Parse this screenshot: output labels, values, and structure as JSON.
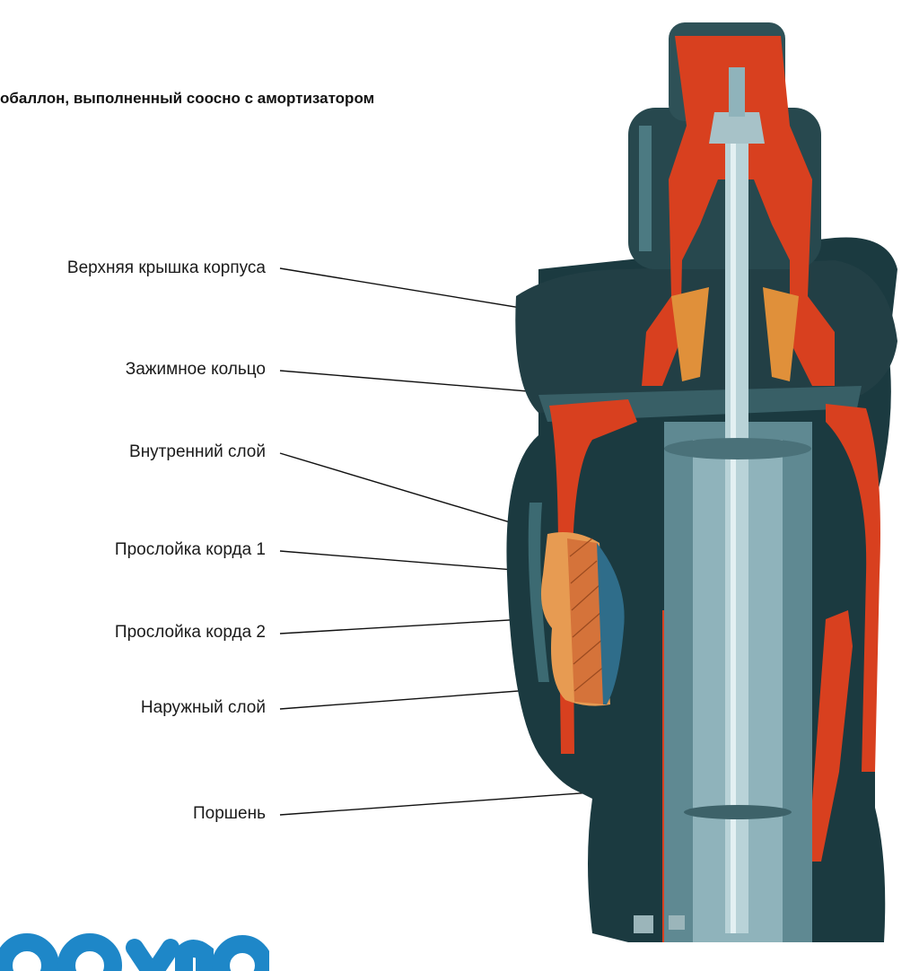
{
  "title": "обаллон, выполненный соосно с амортизатором",
  "labels": [
    {
      "id": "upper-cover",
      "text": "Верхняя крышка корпуса"
    },
    {
      "id": "clamp-ring",
      "text": "Зажимное кольцо"
    },
    {
      "id": "inner-layer",
      "text": "Внутренний слой"
    },
    {
      "id": "cord-layer-1",
      "text": "Прослойка корда 1"
    },
    {
      "id": "cord-layer-2",
      "text": "Прослойка корда 2"
    },
    {
      "id": "outer-layer",
      "text": "Наружный слой"
    },
    {
      "id": "piston",
      "text": "Поршень"
    }
  ],
  "logo": {
    "text": "веумо",
    "color": "#1e87c8"
  },
  "colors": {
    "rubber": "#1b3a40",
    "metal": "#7fa4ad",
    "section": "#d8401f",
    "cord": "#e0903a"
  }
}
